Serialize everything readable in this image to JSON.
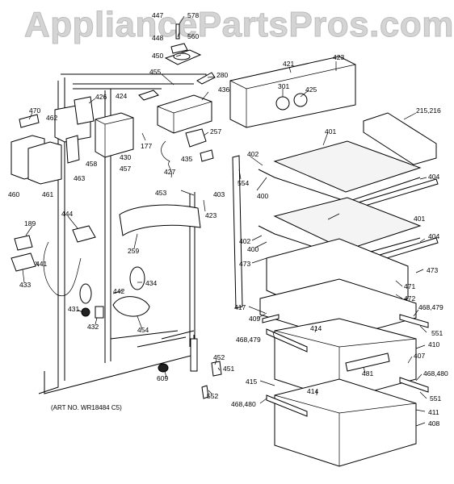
{
  "watermark": "AppliancePartsPros.com",
  "art_number": "(ART NO. WR18484 C5)",
  "callouts": {
    "c447": "447",
    "c578": "578",
    "c448": "448",
    "c560": "560",
    "c450": "450",
    "c455": "455",
    "c280": "280",
    "c421": "421",
    "c423a": "423",
    "c436": "436",
    "c424": "424",
    "c301": "301",
    "c425": "425",
    "c215": "215,216",
    "c470": "470",
    "c462": "462",
    "c426": "426",
    "c257": "257",
    "c177": "177",
    "c430": "430",
    "c401a": "401",
    "c402a": "402",
    "c554": "554",
    "c458": "458",
    "c457": "457",
    "c435": "435",
    "c427": "427",
    "c404a": "404",
    "c460": "460",
    "c461": "461",
    "c463": "463",
    "c453": "453",
    "c403": "403",
    "c400a": "400",
    "c423b": "423",
    "c401b": "401",
    "c189": "189",
    "c444": "444",
    "c259": "259",
    "c404b": "404",
    "c402b": "402",
    "c400b": "400",
    "c473a": "473",
    "c473b": "473",
    "c441": "441",
    "c433": "433",
    "c442": "442",
    "c434": "434",
    "c471": "471",
    "c472": "472",
    "c417": "417",
    "c468a": "468,479",
    "c409": "409",
    "c431": "431",
    "c432": "432",
    "c454": "454",
    "c414a": "414",
    "c551a": "551",
    "c468b": "468,479",
    "c410": "410",
    "c407": "407",
    "c452": "452",
    "c451": "451",
    "c609": "609",
    "c481": "481",
    "c415": "415",
    "c468c": "468,480",
    "c552": "552",
    "c414b": "414",
    "c551b": "551",
    "c468d": "468,480",
    "c411": "411",
    "c408": "408"
  }
}
